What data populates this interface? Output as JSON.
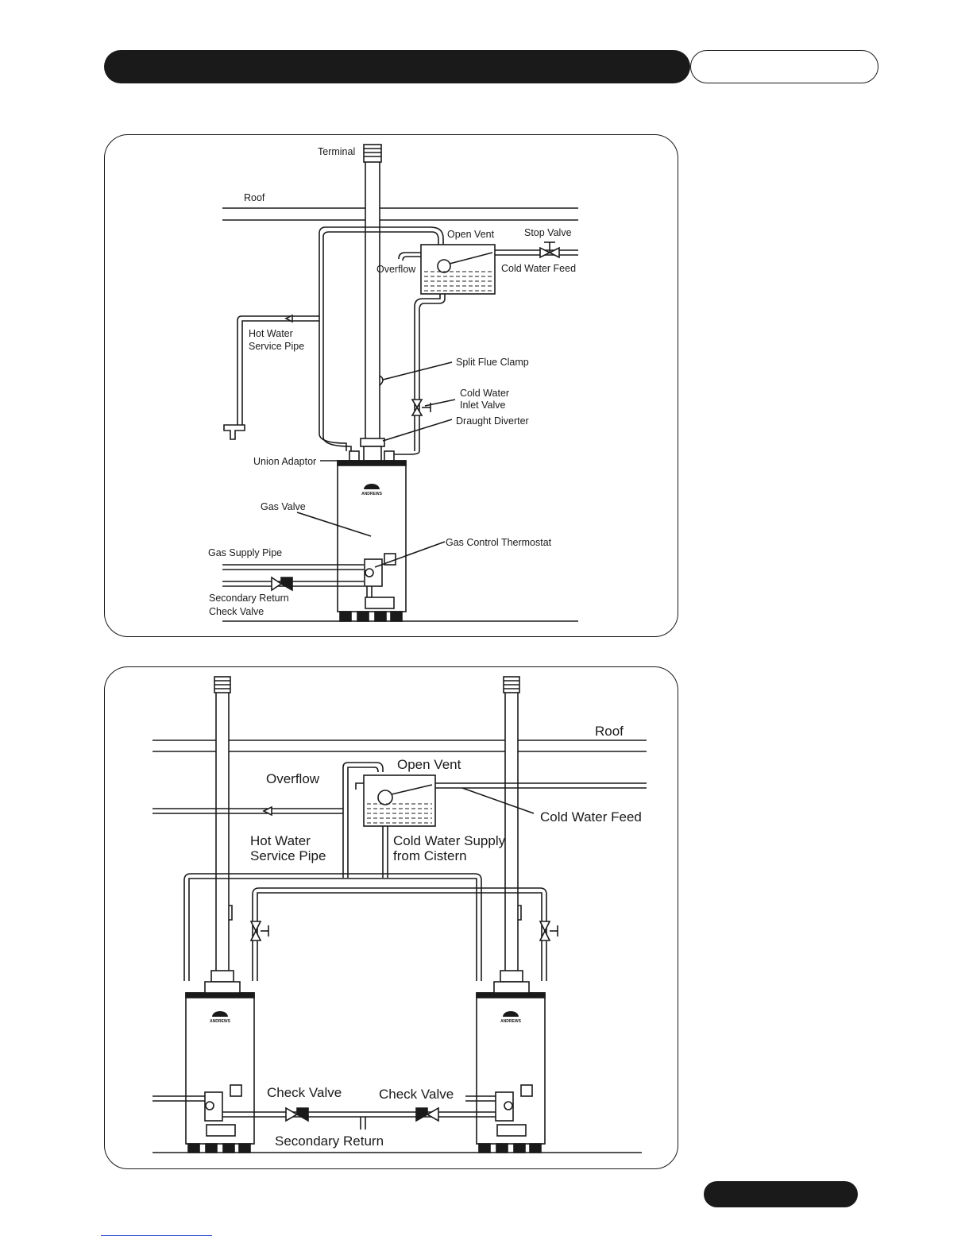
{
  "diagram_1": {
    "labels": {
      "terminal": "Terminal",
      "roof": "Roof",
      "open_vent": "Open Vent",
      "stop_valve": "Stop Valve",
      "overflow": "Overflow",
      "cold_water_feed": "Cold Water Feed",
      "hot_water_l1": "Hot Water",
      "hot_water_l2": "Service Pipe",
      "split_flue_clamp": "Split Flue Clamp",
      "cold_inlet_l1": "Cold Water",
      "cold_inlet_l2": "Inlet Valve",
      "draught_diverter": "Draught Diverter",
      "union_adaptor": "Union Adaptor",
      "gas_valve": "Gas Valve",
      "gas_control_thermostat": "Gas Control Thermostat",
      "gas_supply_pipe": "Gas Supply Pipe",
      "secondary_return_l1": "Secondary Return",
      "secondary_return_l2": "Check Valve"
    }
  },
  "diagram_2": {
    "labels": {
      "roof": "Roof",
      "open_vent": "Open Vent",
      "overflow": "Overflow",
      "cold_water_feed": "Cold Water Feed",
      "hot_water_l1": "Hot Water",
      "hot_water_l2": "Service Pipe",
      "cold_supply_l1": "Cold Water Supply",
      "cold_supply_l2": "from Cistern",
      "check_valve_left": "Check Valve",
      "check_valve_right": "Check Valve",
      "secondary_return": "Secondary Return"
    }
  },
  "brand": "ANDREWS"
}
